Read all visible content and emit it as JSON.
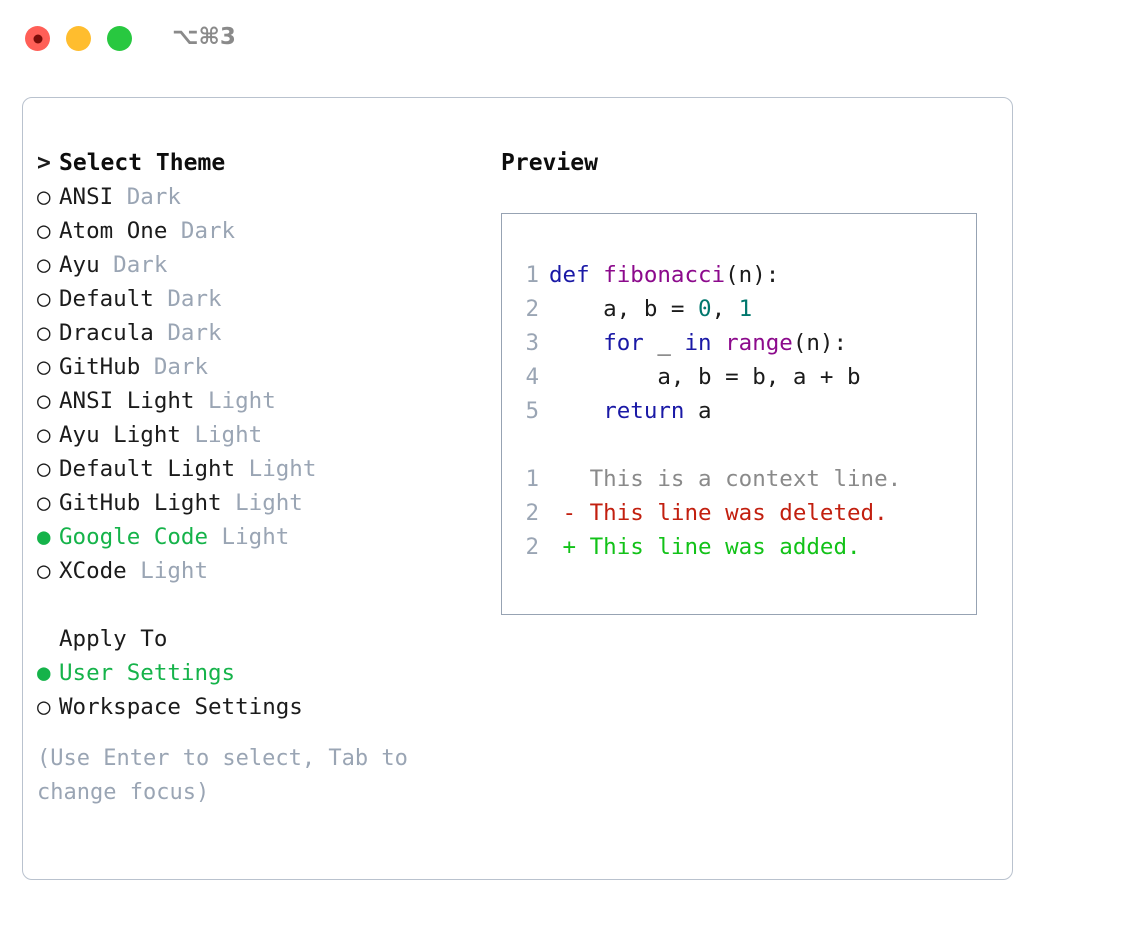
{
  "titlebar": {
    "shortcut": "⌥⌘3",
    "controls": [
      "close",
      "minimize",
      "maximize"
    ]
  },
  "left": {
    "heading_marker": ">",
    "heading": "Select Theme",
    "themes": [
      {
        "marker": "○",
        "name": "ANSI",
        "tag": "Dark",
        "selected": false
      },
      {
        "marker": "○",
        "name": "Atom One",
        "tag": "Dark",
        "selected": false
      },
      {
        "marker": "○",
        "name": "Ayu",
        "tag": "Dark",
        "selected": false
      },
      {
        "marker": "○",
        "name": "Default",
        "tag": "Dark",
        "selected": false
      },
      {
        "marker": "○",
        "name": "Dracula",
        "tag": "Dark",
        "selected": false
      },
      {
        "marker": "○",
        "name": "GitHub",
        "tag": "Dark",
        "selected": false
      },
      {
        "marker": "○",
        "name": "ANSI Light",
        "tag": "Light",
        "selected": false
      },
      {
        "marker": "○",
        "name": "Ayu Light",
        "tag": "Light",
        "selected": false
      },
      {
        "marker": "○",
        "name": "Default Light",
        "tag": "Light",
        "selected": false
      },
      {
        "marker": "○",
        "name": "GitHub Light",
        "tag": "Light",
        "selected": false
      },
      {
        "marker": "●",
        "name": "Google Code",
        "tag": "Light",
        "selected": true
      },
      {
        "marker": "○",
        "name": "XCode",
        "tag": "Light",
        "selected": false
      }
    ],
    "apply_to_heading": "Apply To",
    "apply_to": [
      {
        "marker": "●",
        "name": "User Settings",
        "selected": true
      },
      {
        "marker": "○",
        "name": "Workspace Settings",
        "selected": false
      }
    ],
    "help_text": "(Use Enter to select, Tab to change focus)"
  },
  "right": {
    "preview_title": "Preview",
    "code_lines": [
      {
        "num": "1",
        "tokens": [
          {
            "t": "def",
            "c": "kw"
          },
          {
            "t": " ",
            "c": "pl"
          },
          {
            "t": "fibonacci",
            "c": "fn"
          },
          {
            "t": "(n):",
            "c": "pl"
          }
        ]
      },
      {
        "num": "2",
        "tokens": [
          {
            "t": "    a, b = ",
            "c": "pl"
          },
          {
            "t": "0",
            "c": "num"
          },
          {
            "t": ", ",
            "c": "pl"
          },
          {
            "t": "1",
            "c": "num"
          }
        ]
      },
      {
        "num": "3",
        "tokens": [
          {
            "t": "    ",
            "c": "pl"
          },
          {
            "t": "for",
            "c": "kw"
          },
          {
            "t": " _ ",
            "c": "pl"
          },
          {
            "t": "in",
            "c": "kw"
          },
          {
            "t": " ",
            "c": "pl"
          },
          {
            "t": "range",
            "c": "fn"
          },
          {
            "t": "(n):",
            "c": "pl"
          }
        ]
      },
      {
        "num": "4",
        "tokens": [
          {
            "t": "        a, b = b, a + b",
            "c": "pl"
          }
        ]
      },
      {
        "num": "5",
        "tokens": [
          {
            "t": "    ",
            "c": "pl"
          },
          {
            "t": "return",
            "c": "kw"
          },
          {
            "t": " a",
            "c": "pl"
          }
        ]
      }
    ],
    "diff_lines": [
      {
        "num": "1",
        "prefix": "  ",
        "text": "This is a context line.",
        "kind": "ctx"
      },
      {
        "num": "2",
        "prefix": "- ",
        "text": "This line was deleted.",
        "kind": "del"
      },
      {
        "num": "2",
        "prefix": "+ ",
        "text": "This line was added.",
        "kind": "add"
      }
    ]
  },
  "colors": {
    "accent_green": "#15b34a",
    "tag_gray": "#9aa5b4",
    "keyword_blue": "#1a19a6",
    "function_purple": "#8c0a8c",
    "number_teal": "#00776d",
    "diff_deleted": "#c21f0f",
    "diff_added": "#12c218",
    "border": "#b9c2ce",
    "traffic_red": "#ff5f57",
    "traffic_yellow": "#ffbd2e",
    "traffic_green": "#28c840"
  }
}
